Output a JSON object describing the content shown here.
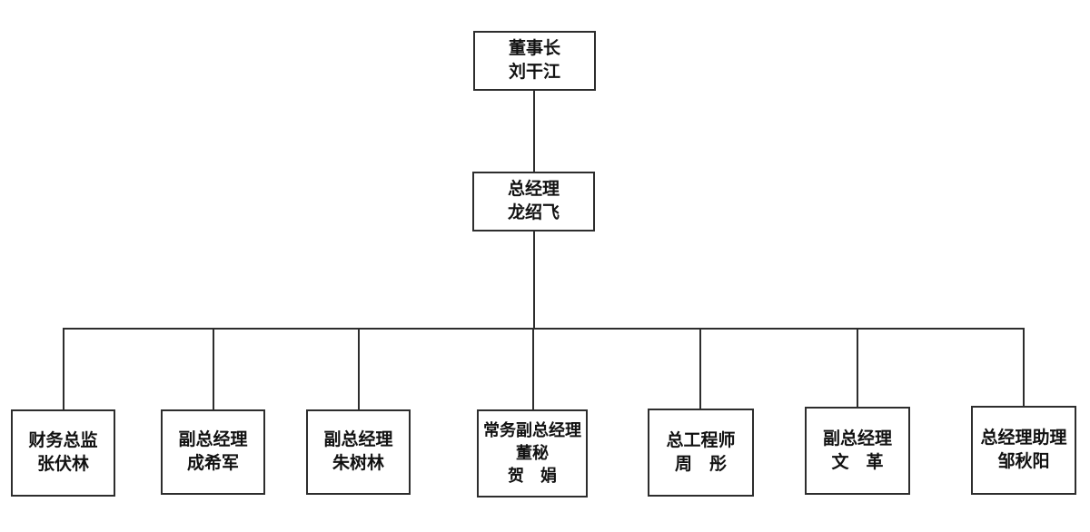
{
  "page": {
    "background_color": "#ffffff",
    "line_color": "#2d2d2d",
    "text_color": "#111111"
  },
  "org_chart": {
    "type": "organization-chart",
    "chairman": {
      "title": "董事长",
      "name": "刘干江"
    },
    "general_manager": {
      "title": "总经理",
      "name": "龙绍飞"
    },
    "subordinates": [
      {
        "title": "财务总监",
        "name": "张伏林"
      },
      {
        "title": "副总经理",
        "name": "成希军"
      },
      {
        "title": "副总经理",
        "name": "朱树林"
      },
      {
        "title": "常务副总经理",
        "subtitle": "董秘",
        "name": "贺　娟"
      },
      {
        "title": "总工程师",
        "name": "周　彤"
      },
      {
        "title": "副总经理",
        "name": "文　革"
      },
      {
        "title": "总经理助理",
        "name": "邹秋阳"
      }
    ]
  }
}
